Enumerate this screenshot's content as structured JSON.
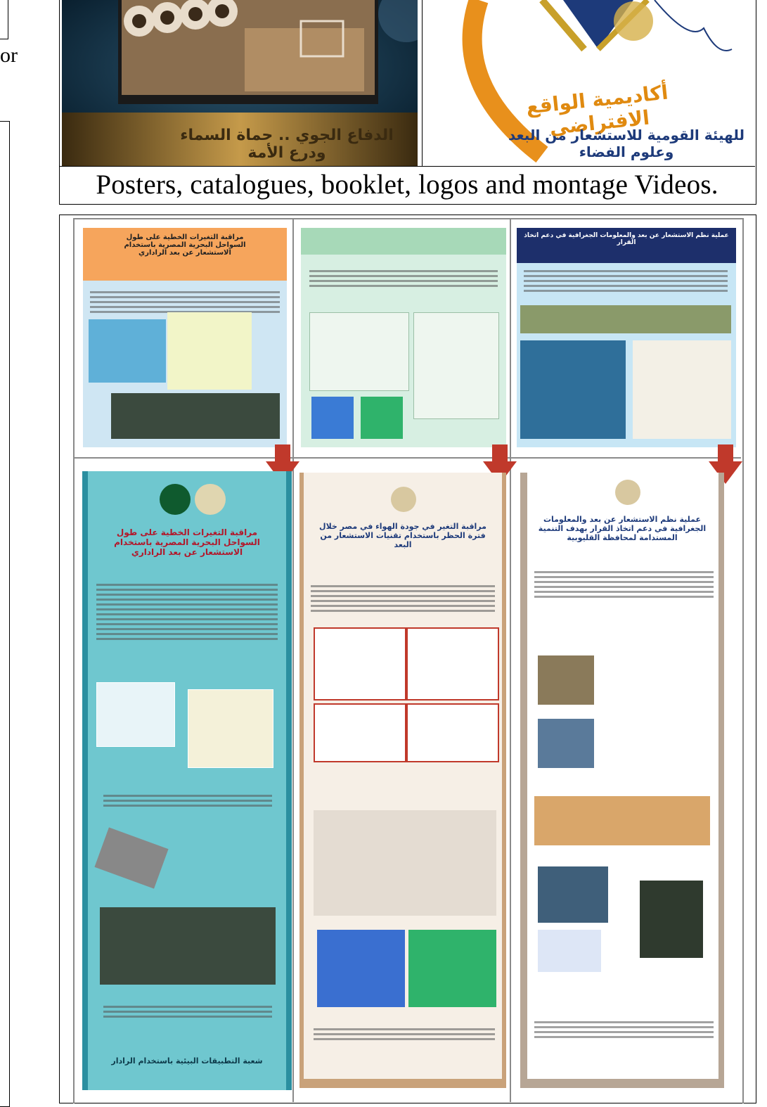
{
  "left_column": {
    "fragment_text": "or"
  },
  "top_figure": {
    "left_image": {
      "overlay_text": "الدفاع الجوي .. حماة السماء ودرع الأمة"
    },
    "right_image": {
      "logo_title": "أكاديمية الواقع الافتراضي",
      "logo_subtitle": "للهيئة القومية للاستشعار من البعد وعلوم الفضاء"
    },
    "caption": "Posters, catalogues, booklet, logos and montage Videos."
  },
  "posters": {
    "before": [
      {
        "title": "مراقبة التغيرات الخطية على طول السواحل البحرية المصرية باستخدام الاستشعار عن بعد الراداري"
      },
      {
        "title": ""
      },
      {
        "title": "عملية نظم الاستشعار عن بعد والمعلومات الجغرافية في دعم اتخاذ القرار"
      }
    ],
    "after": [
      {
        "title": "مراقبة التغيرات الخطية على طول السواحل البحرية المصرية باستخدام الاستشعار عن بعد الراداري",
        "footer": "شعبة التطبيقات البيئية باستخدام الرادار"
      },
      {
        "title": "مراقبة التغير في جودة الهواء في مصر خلال فترة الحظر باستخدام تقنيات الاستشعار من البعد"
      },
      {
        "title": "عملية نظم الاستشعار عن بعد والمعلومات الجغرافية في دعم اتخاذ القرار بهدف التنمية المستدامة لمحافظة القليوبية"
      }
    ]
  },
  "colors": {
    "arrow": "#c0392b",
    "teal": "#1f7a8c",
    "tan": "#c9a27a"
  }
}
